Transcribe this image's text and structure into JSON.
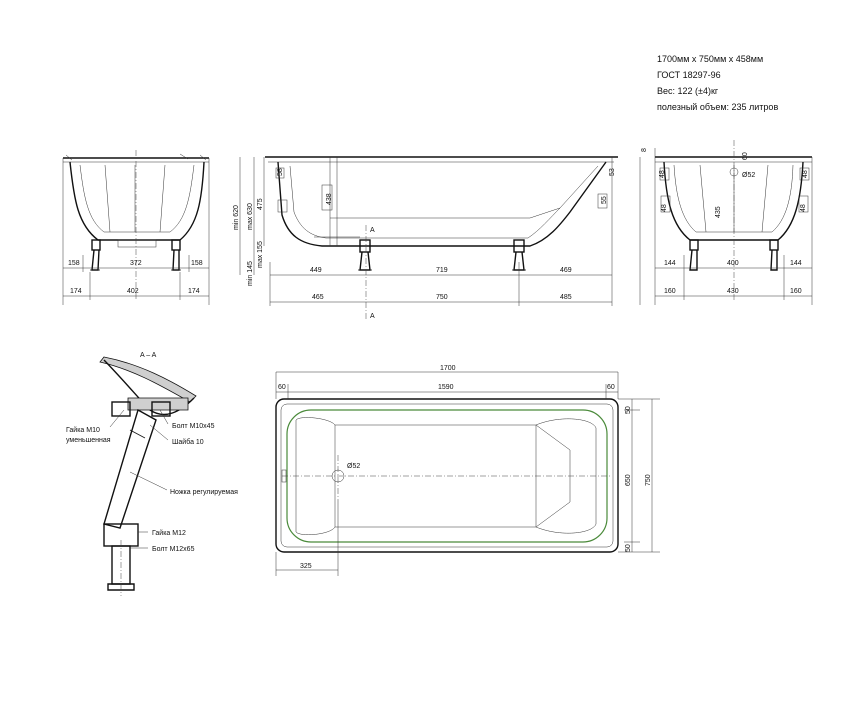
{
  "specs": {
    "size": "1700мм х 750мм х 458мм",
    "gost": "ГОСТ 18297-96",
    "weight": "Вес: 122 (±4)кг",
    "volume": "полезный объем: 235 литров"
  },
  "left_view": {
    "d158a": "158",
    "d372": "372",
    "d158b": "158",
    "d174a": "174",
    "d402": "402",
    "d174b": "174"
  },
  "side_view": {
    "d58": "58",
    "d475": "475",
    "d438": "438",
    "d55": "55",
    "d145": "min 145",
    "d620": "min 620",
    "d630": "max 630",
    "d155": "max 155",
    "d53": "53",
    "d449": "449",
    "d719": "719",
    "d469": "469",
    "d465": "465",
    "d750": "750",
    "d485": "485",
    "sect_a_top": "A",
    "sect_a_bot": "A"
  },
  "end_view": {
    "d48a": "48",
    "d48b": "48",
    "d60": "60",
    "dphi": "Ø52",
    "d435": "435",
    "d144a": "144",
    "d400": "400",
    "d144b": "144",
    "d160a": "160",
    "d430": "430",
    "d160b": "160",
    "d8": "8"
  },
  "section": {
    "title": "A – A",
    "nut_m10": "Гайка М10",
    "nut_m10b": "уменьшенная",
    "bolt_m10": "Болт М10х45",
    "washer": "Шайба 10",
    "leg": "Ножка регулируемая",
    "nut_m12": "Гайка М12",
    "bolt_m12": "Болт М12х65"
  },
  "plan_view": {
    "d1700": "1700",
    "d60a": "60",
    "d1590": "1590",
    "d60b": "60",
    "d50a": "50",
    "d650": "650",
    "d750": "750",
    "d50b": "50",
    "d325": "325",
    "drain": "Ø52"
  }
}
